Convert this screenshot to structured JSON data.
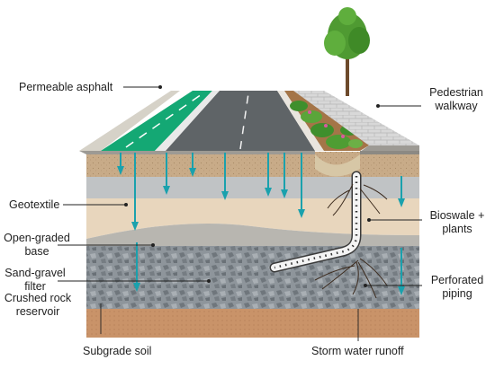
{
  "labels": {
    "permeable_asphalt": "Permeable asphalt",
    "pedestrian_walkway_1": "Pedestrian",
    "pedestrian_walkway_2": "walkway",
    "geotextile": "Geotextile",
    "open_graded_base_1": "Open-graded",
    "open_graded_base_2": "base",
    "sand_gravel_filter_1": "Sand-gravel",
    "sand_gravel_filter_2": "filter",
    "crushed_rock_reservoir_1": "Crushed rock",
    "crushed_rock_reservoir_2": "reservoir",
    "bioswale_plants_1": "Bioswale +",
    "bioswale_plants_2": "plants",
    "perforated_piping_1": "Perforated",
    "perforated_piping_2": "piping",
    "subgrade_soil": "Subgrade soil",
    "storm_water_runoff": "Storm water runoff"
  },
  "colors": {
    "asphalt": "#5f6467",
    "bike_lane": "#13a873",
    "curb_concrete": "#cfcfcf",
    "sandy_soil": "#c9ab87",
    "geotextile_band": "#bfc2c4",
    "open_graded": "#e7d6bd",
    "crushed_rock": "#8e959b",
    "subgrade": "#c7926a",
    "water_arrow": "#1aa1ad",
    "pipe": "#f2f2f2",
    "tree_green": "#4f9a32"
  }
}
